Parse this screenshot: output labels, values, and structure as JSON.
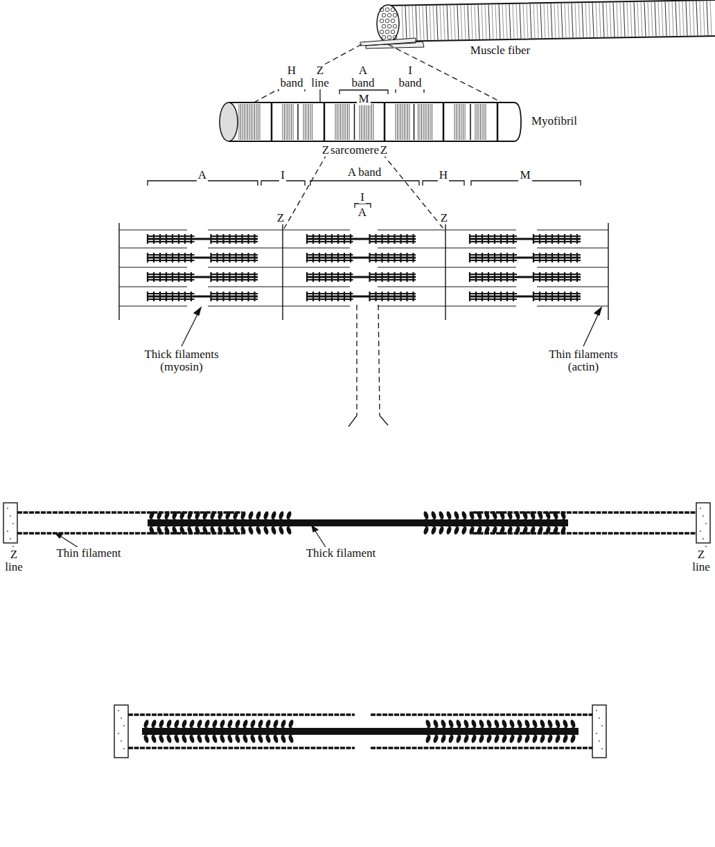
{
  "diagram": {
    "labels": [
      "Muscle fiber",
      "H band",
      "Z line",
      "A band",
      "I band",
      "M",
      "Myofibril",
      "Z",
      "sarcomere",
      "Z",
      "A",
      "I",
      "A band",
      "H",
      "M",
      "I",
      "A",
      "Z",
      "Z",
      "Thick filaments (myosin)",
      "Thin filaments (actin)",
      "Thin filament",
      "Thick filament",
      "Z line",
      "Z line"
    ]
  }
}
